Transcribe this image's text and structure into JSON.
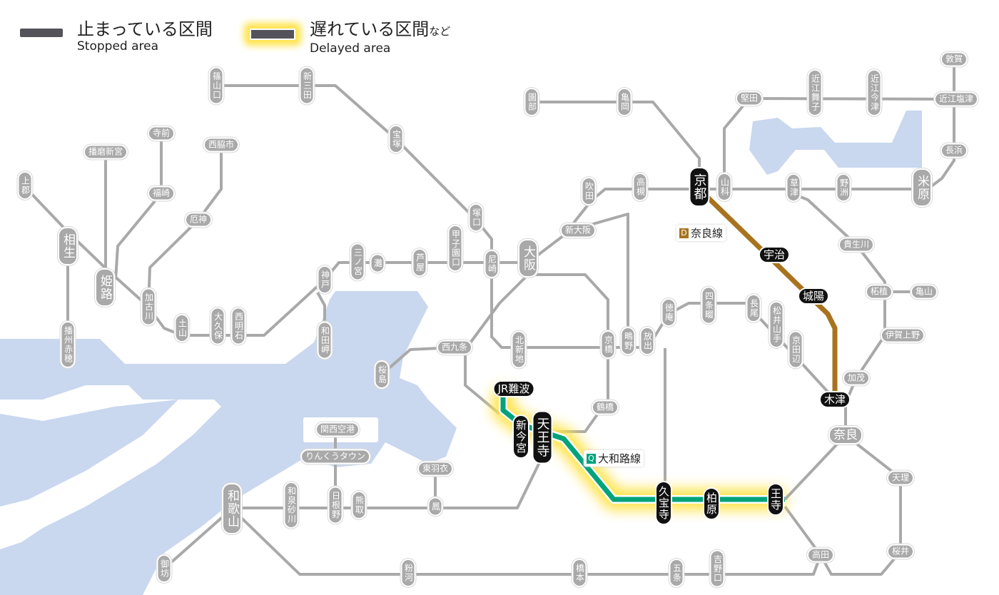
{
  "legend": {
    "stopped": {
      "jp": "止まっている区間",
      "en": "Stopped area"
    },
    "delayed": {
      "jp": "遅れている区間",
      "jp_suffix": "など",
      "en": "Delayed area"
    }
  },
  "colors": {
    "normal_line": "#a9a9a9",
    "water": "#c9d7ef",
    "nara_line": "#a8731e",
    "yamatoji_line": "#00a37a",
    "delay_glow": "#ffe34a",
    "affected_station": "#111111"
  },
  "lines": [
    {
      "code": "D",
      "name": "奈良線",
      "color": "#a8731e",
      "status": "affected"
    },
    {
      "code": "Q",
      "name": "大和路線",
      "color": "#00a37a",
      "status": "delayed"
    }
  ],
  "stations": [
    {
      "name": "篠山口"
    },
    {
      "name": "新三田"
    },
    {
      "name": "宝塚"
    },
    {
      "name": "塚口"
    },
    {
      "name": "尼崎"
    },
    {
      "name": "甲子園口"
    },
    {
      "name": "芦屋"
    },
    {
      "name": "灘"
    },
    {
      "name": "三ノ宮"
    },
    {
      "name": "神戸"
    },
    {
      "name": "和田岬"
    },
    {
      "name": "西明石"
    },
    {
      "name": "大久保"
    },
    {
      "name": "土山"
    },
    {
      "name": "加古川"
    },
    {
      "name": "姫路"
    },
    {
      "name": "相生"
    },
    {
      "name": "上郡"
    },
    {
      "name": "播州赤穂"
    },
    {
      "name": "播磨新宮"
    },
    {
      "name": "寺前"
    },
    {
      "name": "福崎"
    },
    {
      "name": "西脇市"
    },
    {
      "name": "厄神"
    },
    {
      "name": "大阪"
    },
    {
      "name": "新大阪"
    },
    {
      "name": "吹田"
    },
    {
      "name": "高槻"
    },
    {
      "name": "園部"
    },
    {
      "name": "亀岡"
    },
    {
      "name": "京都",
      "status": "affected"
    },
    {
      "name": "山科"
    },
    {
      "name": "堅田"
    },
    {
      "name": "近江舞子"
    },
    {
      "name": "近江今津"
    },
    {
      "name": "近江塩津"
    },
    {
      "name": "敦賀"
    },
    {
      "name": "長浜"
    },
    {
      "name": "米原"
    },
    {
      "name": "野洲"
    },
    {
      "name": "草津"
    },
    {
      "name": "貴生川"
    },
    {
      "name": "柘植"
    },
    {
      "name": "亀山"
    },
    {
      "name": "伊賀上野"
    },
    {
      "name": "宇治",
      "status": "affected"
    },
    {
      "name": "城陽",
      "status": "affected"
    },
    {
      "name": "木津",
      "status": "affected"
    },
    {
      "name": "加茂"
    },
    {
      "name": "奈良"
    },
    {
      "name": "天理"
    },
    {
      "name": "桜井"
    },
    {
      "name": "高田"
    },
    {
      "name": "王寺",
      "status": "affected"
    },
    {
      "name": "柏原",
      "status": "affected"
    },
    {
      "name": "久宝寺",
      "status": "affected"
    },
    {
      "name": "天王寺",
      "status": "affected"
    },
    {
      "name": "新今宮",
      "status": "affected"
    },
    {
      "name": "JR難波",
      "status": "affected"
    },
    {
      "name": "鶴橋"
    },
    {
      "name": "京橋"
    },
    {
      "name": "鴫野"
    },
    {
      "name": "放出"
    },
    {
      "name": "北新地"
    },
    {
      "name": "西九条"
    },
    {
      "name": "桜島"
    },
    {
      "name": "徳庵"
    },
    {
      "name": "四条畷"
    },
    {
      "name": "長尾"
    },
    {
      "name": "松井山手"
    },
    {
      "name": "京田辺"
    },
    {
      "name": "関西空港"
    },
    {
      "name": "りんくうタウン"
    },
    {
      "name": "東羽衣"
    },
    {
      "name": "鳳"
    },
    {
      "name": "熊取"
    },
    {
      "name": "日根野"
    },
    {
      "name": "和泉砂川"
    },
    {
      "name": "和歌山"
    },
    {
      "name": "御坊"
    },
    {
      "name": "粉河"
    },
    {
      "name": "橋本"
    },
    {
      "name": "五条"
    },
    {
      "name": "吉野口"
    }
  ]
}
